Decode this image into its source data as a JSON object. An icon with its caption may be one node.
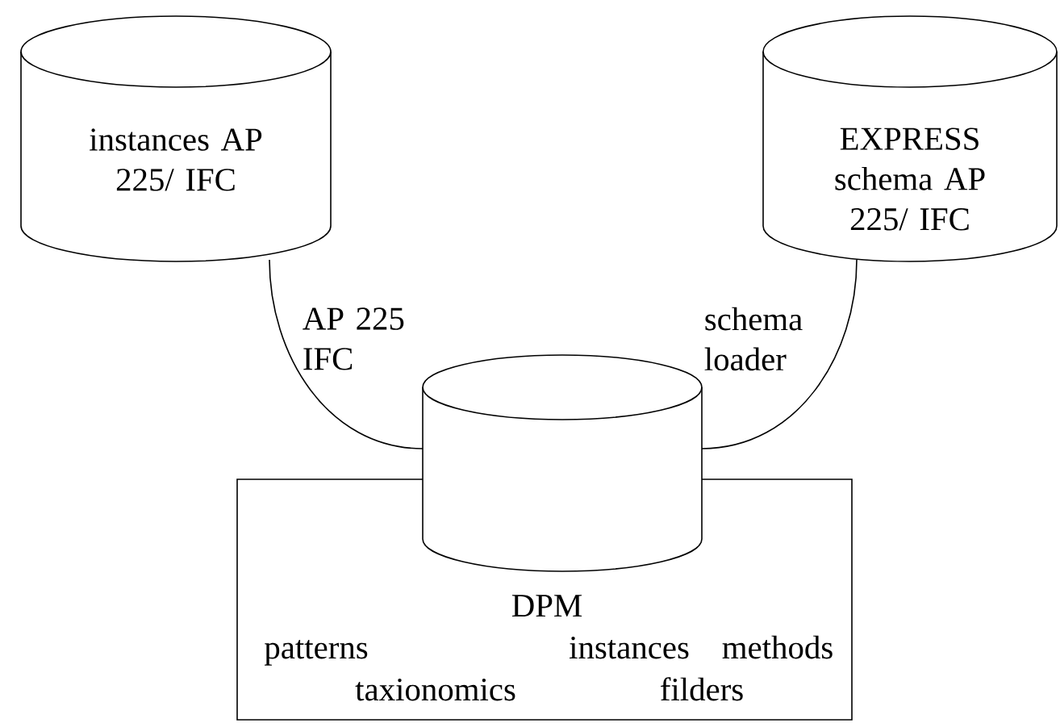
{
  "diagram": {
    "nodes": [
      {
        "text": [
          "instances AP 225/ IFC"
        ]
      },
      {
        "text": [
          "EXPRESS schema AP 225/ IFC"
        ]
      },
      {
        "text": [
          "DPM",
          "patterns",
          "instances",
          "methods",
          "taxionomics",
          "filders"
        ]
      },
      {
        "text": [],
        "shape": "cylinder"
      }
    ],
    "edges": [
      {
        "from": 0,
        "to": 3,
        "arrow": "none",
        "label": "AP 225 IFC"
      },
      {
        "from": 1,
        "to": 3,
        "arrow": "none",
        "label": "schema loader"
      }
    ]
  }
}
